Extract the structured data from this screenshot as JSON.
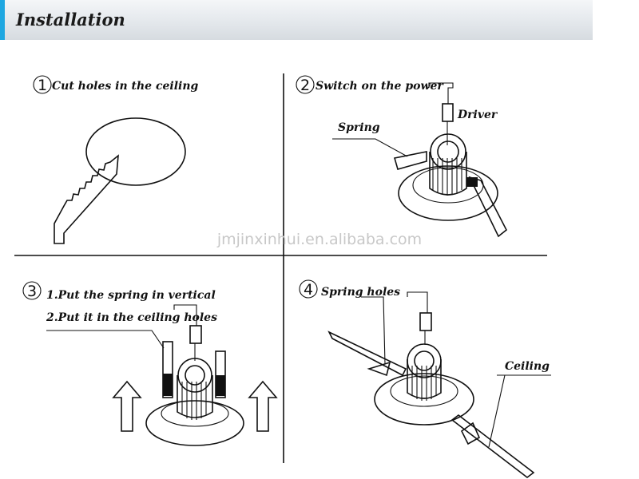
{
  "header": {
    "title": "Installation"
  },
  "steps": [
    {
      "number": "1",
      "label": "Cut holes in the ceiling"
    },
    {
      "number": "2",
      "label": "Switch on the power",
      "callouts": [
        "Driver",
        "Spring"
      ]
    },
    {
      "number": "3",
      "lines": [
        "1.Put the spring in vertical",
        "2.Put it in the ceiling holes"
      ]
    },
    {
      "number": "4",
      "label": "Spring holes",
      "callouts": [
        "Ceiling"
      ]
    }
  ],
  "watermark": "jmjinxinhui.en.alibaba.com",
  "colors": {
    "accent": "#1ea7e1",
    "line": "#111111",
    "watermark": "#c8c8c8"
  }
}
